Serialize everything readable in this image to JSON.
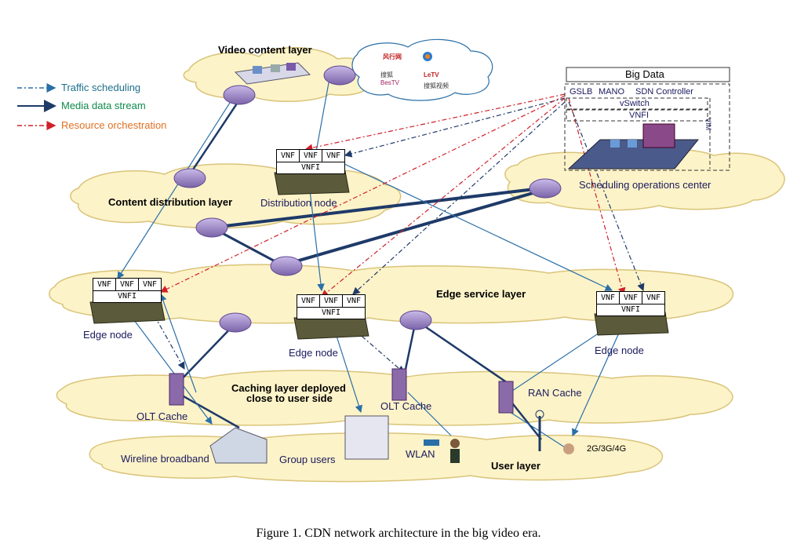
{
  "legend": {
    "items": [
      {
        "label": "Traffic scheduling",
        "color": "#1f6f8b"
      },
      {
        "label": "Media data stream",
        "color": "#0e8a4a"
      },
      {
        "label": "Resource orchestration",
        "color": "#e07020"
      }
    ]
  },
  "layers": {
    "video_content": "Video content layer",
    "content_distribution": "Content distribution layer",
    "edge_service": "Edge service layer",
    "caching": "Caching layer deployed",
    "caching2": "close to user side",
    "user": "User layer"
  },
  "nodes": {
    "distribution": "Distribution node",
    "edge_left": "Edge node",
    "edge_mid": "Edge node",
    "edge_right": "Edge node",
    "olt_left": "OLT Cache",
    "olt_mid": "OLT Cache",
    "ran": "RAN Cache",
    "scheduling": "Scheduling operations center",
    "wireline": "Wireline broadband",
    "group": "Group users",
    "wlan": "WLAN",
    "mobile": "2G/3G/4G"
  },
  "vnf": {
    "cell": "VNF",
    "vnfi": "VNFI"
  },
  "big_data": {
    "title": "Big Data",
    "gslb": "GSLB",
    "mano": "MANO",
    "sdn": "SDN Controller",
    "vswitch": "vSwitch",
    "vnfi": "VNFI",
    "vim": "VIM"
  },
  "caption": "Figure 1. CDN network architecture in the big video era.",
  "colors": {
    "cloud_fill": "#fdf3c8",
    "cloud_stroke": "#d9c47a",
    "router": "#9b84c8",
    "media": "#1e3a68",
    "traffic": "#2a6fa8",
    "orchestration": "#d0202a"
  }
}
